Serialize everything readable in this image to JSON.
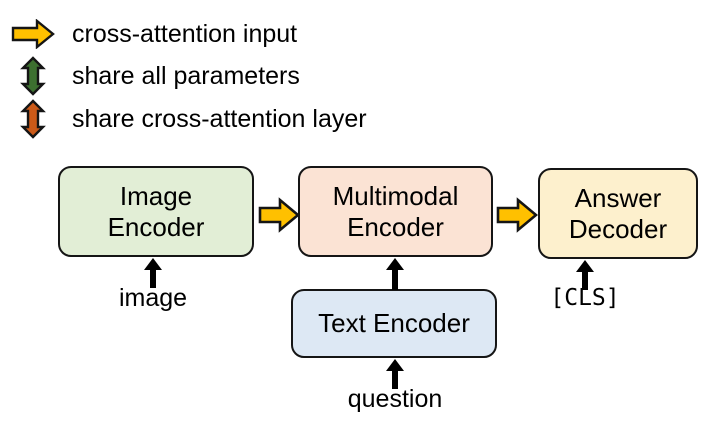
{
  "legend": {
    "items": [
      {
        "icon": "right-arrow-icon",
        "color": "#ffc000",
        "label": "cross-attention input"
      },
      {
        "icon": "double-vertical-arrow-icon",
        "color": "#3d7030",
        "label": "share all parameters"
      },
      {
        "icon": "double-vertical-arrow-icon",
        "color": "#cc5a18",
        "label": "share cross-attention layer"
      }
    ]
  },
  "diagram": {
    "nodes": [
      {
        "id": "image-encoder",
        "line1": "Image",
        "line2": "Encoder",
        "fill": "#e2eed6"
      },
      {
        "id": "multimodal-encoder",
        "line1": "Multimodal",
        "line2": "Encoder",
        "fill": "#fbe3d4"
      },
      {
        "id": "answer-decoder",
        "line1": "Answer",
        "line2": "Decoder",
        "fill": "#fdf0cd"
      },
      {
        "id": "text-encoder",
        "line1": "Text Encoder",
        "line2": "",
        "fill": "#dde8f4"
      }
    ],
    "io_labels": [
      {
        "id": "image-input-label",
        "text": "image"
      },
      {
        "id": "cls-input-label",
        "text": "[CLS]"
      },
      {
        "id": "question-input-label",
        "text": "question"
      }
    ],
    "flow_arrows": [
      {
        "id": "image-to-multimodal-arrow",
        "color": "#ffc000"
      },
      {
        "id": "multimodal-to-answer-arrow",
        "color": "#ffc000"
      }
    ],
    "colors": {
      "arrow_yellow": "#ffc000",
      "share_all_green": "#3d7030",
      "share_cross_orange": "#cc5a18",
      "outline": "#151515",
      "text": "#000000"
    }
  }
}
